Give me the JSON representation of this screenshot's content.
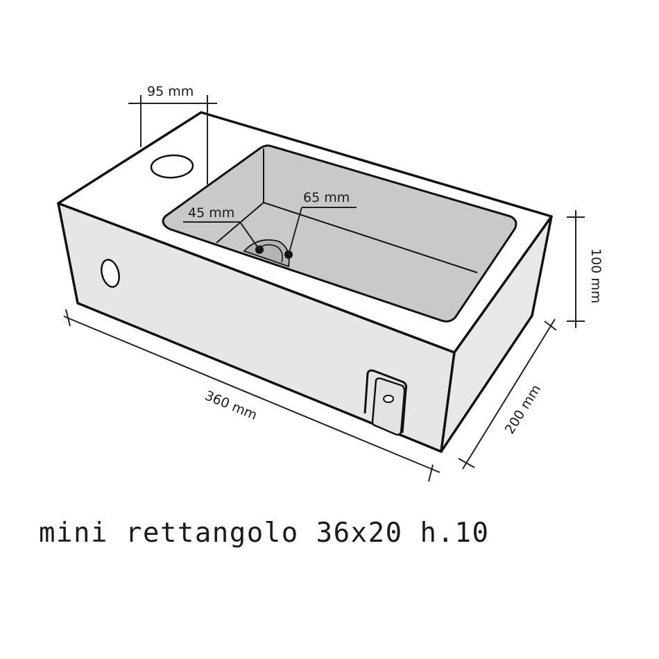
{
  "diagram": {
    "subject": "rectangular wash basin",
    "colors": {
      "outline": "#111111",
      "top_surface": "#ffffff",
      "basin_interior": "#c9c9c9",
      "drain_ring": "#b4b4b4",
      "front_face": "#e6e6e6",
      "side_face": "#e8e8e8",
      "dimension_line": "#222222",
      "background": "#ffffff"
    },
    "dimensions": {
      "tap_hole_offset": "95 mm",
      "drain_inner": "45 mm",
      "drain_outer": "65 mm",
      "height": "100 mm",
      "length": "360 mm",
      "depth": "200 mm"
    },
    "features": [
      "tap-hole",
      "overflow-hole",
      "drain",
      "wall-bracket"
    ]
  },
  "caption": "mini rettangolo 36x20 h.10"
}
